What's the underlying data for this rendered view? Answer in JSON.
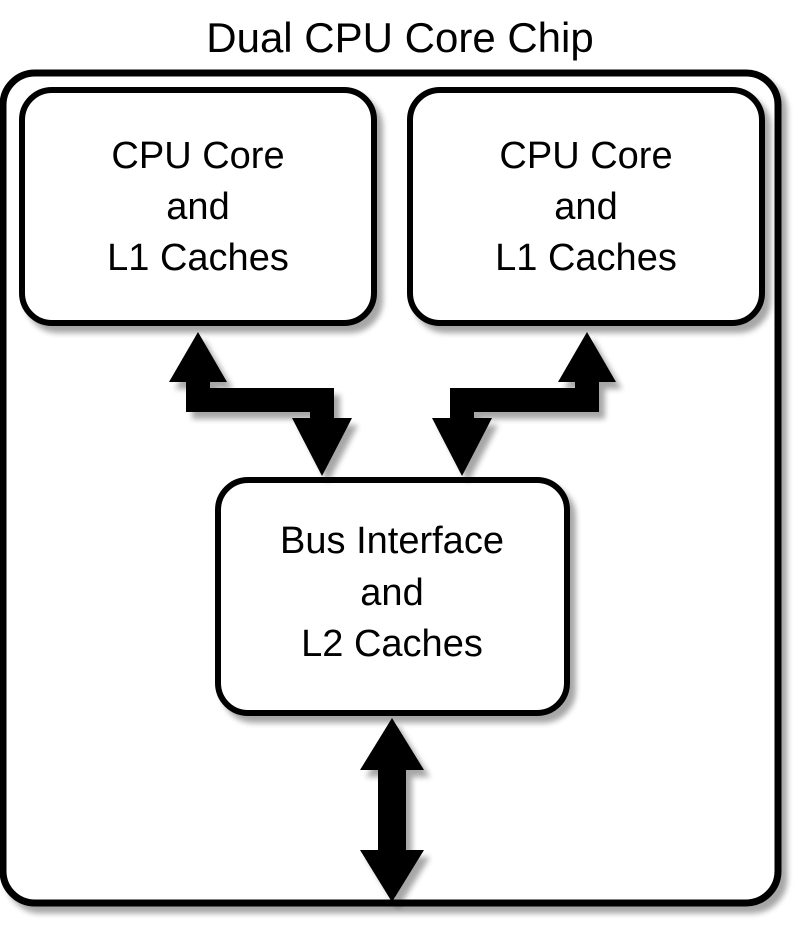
{
  "title": "Dual CPU Core Chip",
  "colors": {
    "stroke": "#000000",
    "fill": "#ffffff",
    "shadow": "#b8b8b8"
  },
  "blocks": {
    "cpu_left": {
      "lines": [
        "CPU Core",
        "and",
        "L1 Caches"
      ]
    },
    "cpu_right": {
      "lines": [
        "CPU Core",
        "and",
        "L1 Caches"
      ]
    },
    "bus": {
      "lines": [
        "Bus Interface",
        "and",
        "L2 Caches"
      ]
    }
  },
  "connections": [
    {
      "from": "cpu_left",
      "to": "bus",
      "direction": "bidirectional"
    },
    {
      "from": "cpu_right",
      "to": "bus",
      "direction": "bidirectional"
    },
    {
      "from": "bus",
      "to": "external",
      "direction": "bidirectional"
    }
  ]
}
